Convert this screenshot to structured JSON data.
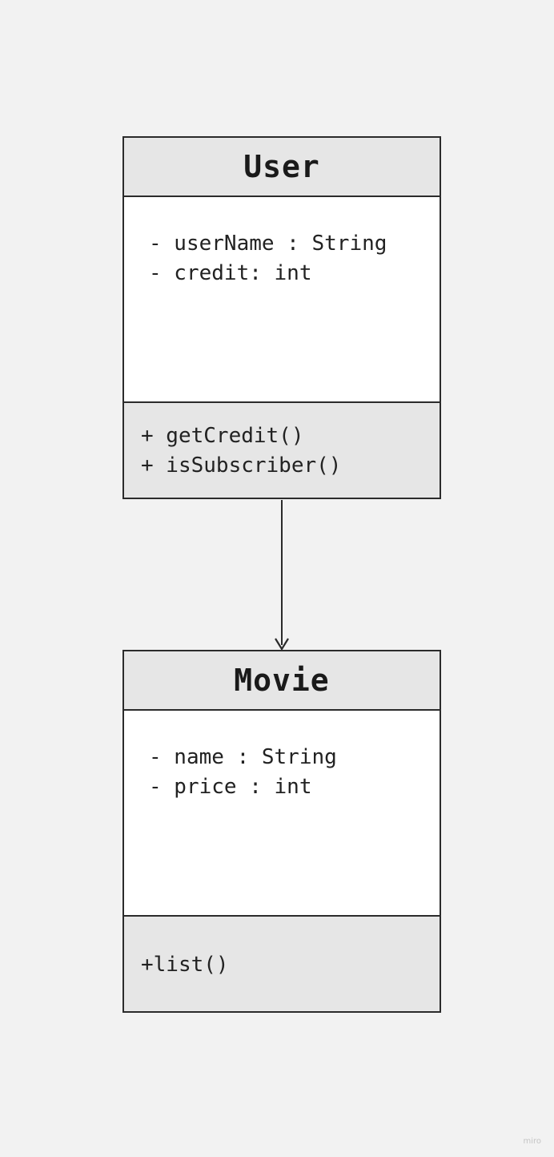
{
  "classes": {
    "user": {
      "name": "User",
      "attributes": [
        "- userName : String",
        "- credit: int"
      ],
      "methods": [
        "+ getCredit()",
        "+ isSubscriber()"
      ]
    },
    "movie": {
      "name": "Movie",
      "attributes": [
        "- name : String",
        "- price : int"
      ],
      "methods": [
        "+list()"
      ]
    }
  },
  "relation": {
    "from": "User",
    "to": "Movie",
    "type": "directed-association"
  },
  "watermark": "miro"
}
